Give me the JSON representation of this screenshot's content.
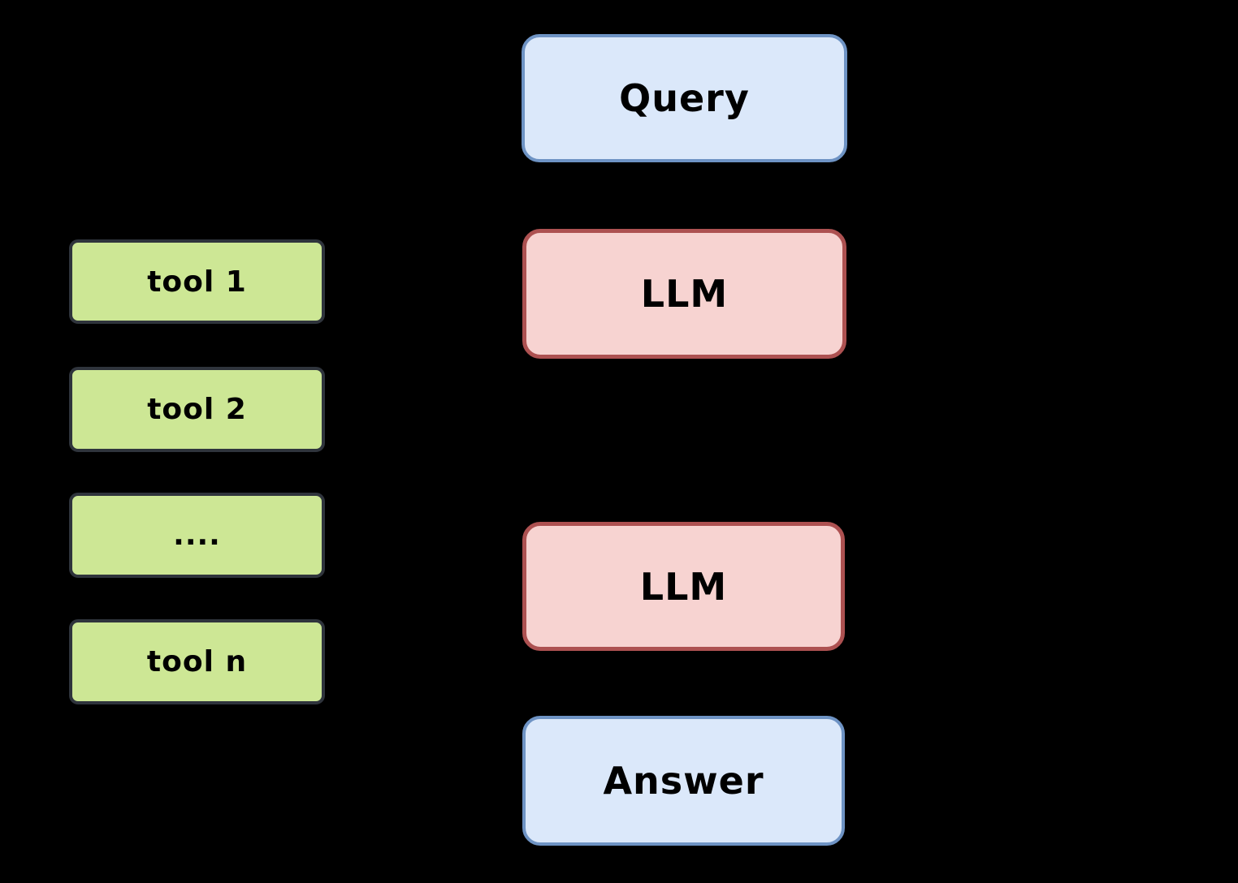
{
  "colors": {
    "background": "#000000",
    "text": "#000000",
    "io_fill": "#dbe8fa",
    "io_border": "#6e93c4",
    "llm_fill": "#f7d3d1",
    "llm_border": "#ad5151",
    "tool_fill": "#cde795",
    "tool_border": "#2f343c"
  },
  "diagram": {
    "flow": {
      "query": {
        "label": "Query"
      },
      "llm_top": {
        "label": "LLM"
      },
      "llm_bottom": {
        "label": "LLM"
      },
      "answer": {
        "label": "Answer"
      }
    },
    "tools": {
      "items": [
        {
          "label": "tool 1"
        },
        {
          "label": "tool 2"
        },
        {
          "label": "...."
        },
        {
          "label": "tool n"
        }
      ]
    }
  }
}
